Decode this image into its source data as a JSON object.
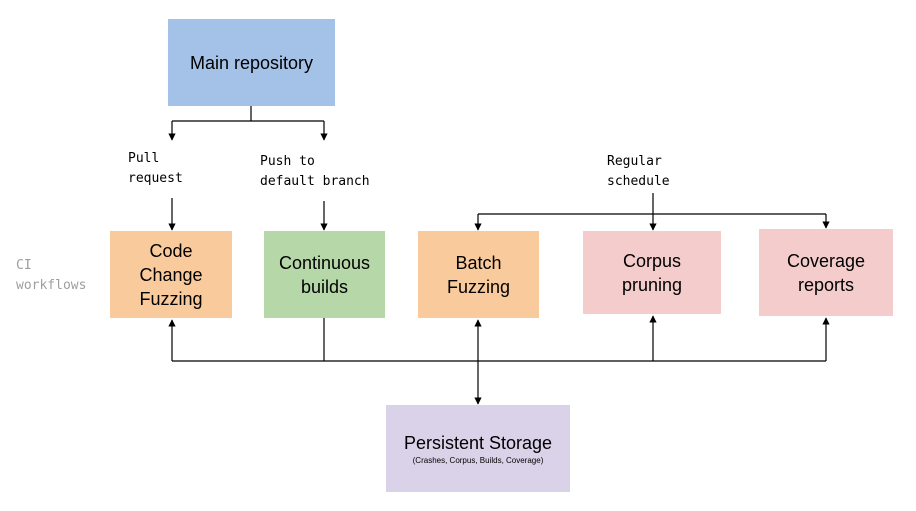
{
  "colors": {
    "main_repo": "#a4c2e7",
    "fuzzing": "#f9cb9c",
    "builds": "#b6d7a8",
    "maintenance": "#f4cccc",
    "storage": "#d9d2e9",
    "line": "#000000",
    "muted_text": "#9e9e9e"
  },
  "nodes": {
    "main_repository": {
      "line1": "Main repository"
    },
    "code_change_fuzzing": {
      "line1": "Code",
      "line2": "Change",
      "line3": "Fuzzing"
    },
    "continuous_builds": {
      "line1": "Continuous",
      "line2": "builds"
    },
    "batch_fuzzing": {
      "line1": "Batch",
      "line2": "Fuzzing"
    },
    "corpus_pruning": {
      "line1": "Corpus",
      "line2": "pruning"
    },
    "coverage_reports": {
      "line1": "Coverage",
      "line2": "reports"
    },
    "persistent_storage": {
      "title": "Persistent Storage",
      "subtitle": "(Crashes, Corpus, Builds, Coverage)"
    }
  },
  "edge_labels": {
    "pull_request": {
      "line1": "Pull",
      "line2": "request"
    },
    "push_default": {
      "line1": "Push to",
      "line2": "default branch"
    },
    "regular_schedule": {
      "line1": "Regular",
      "line2": "schedule"
    }
  },
  "group_label": {
    "line1": "CI",
    "line2": "workflows"
  }
}
